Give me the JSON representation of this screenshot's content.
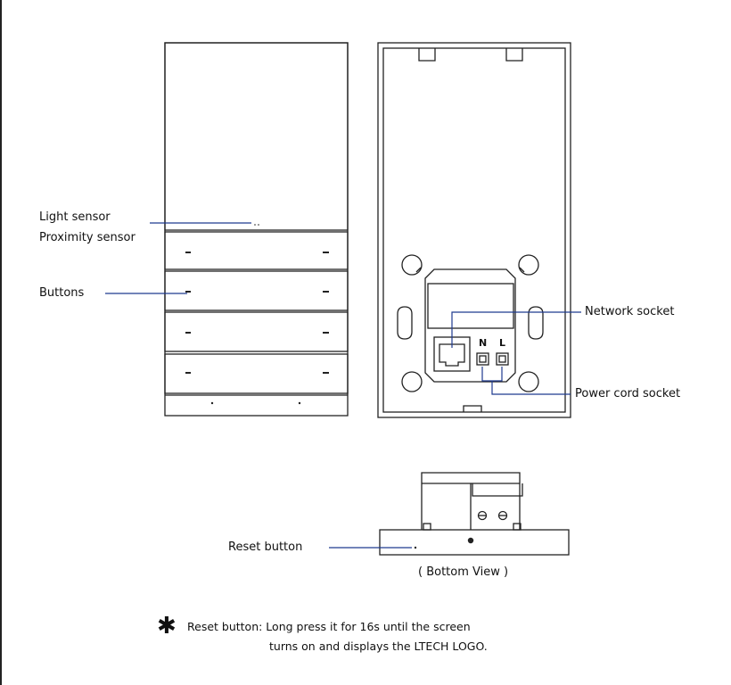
{
  "labels": {
    "light_sensor": "Light sensor",
    "proximity_sensor": "Proximity sensor",
    "buttons": "Buttons",
    "network_socket": "Network socket",
    "power_cord_socket": "Power cord socket",
    "reset_button": "Reset button",
    "bottom_view": "( Bottom View )",
    "terminal_n": "N",
    "terminal_l": "L"
  },
  "note": {
    "symbol": "✱",
    "line1": "Reset button: Long press it for 16s until the screen",
    "line2": "turns on and displays the LTECH LOGO."
  },
  "colors": {
    "leader_line": "#1f3a8f",
    "outline": "#222222"
  }
}
